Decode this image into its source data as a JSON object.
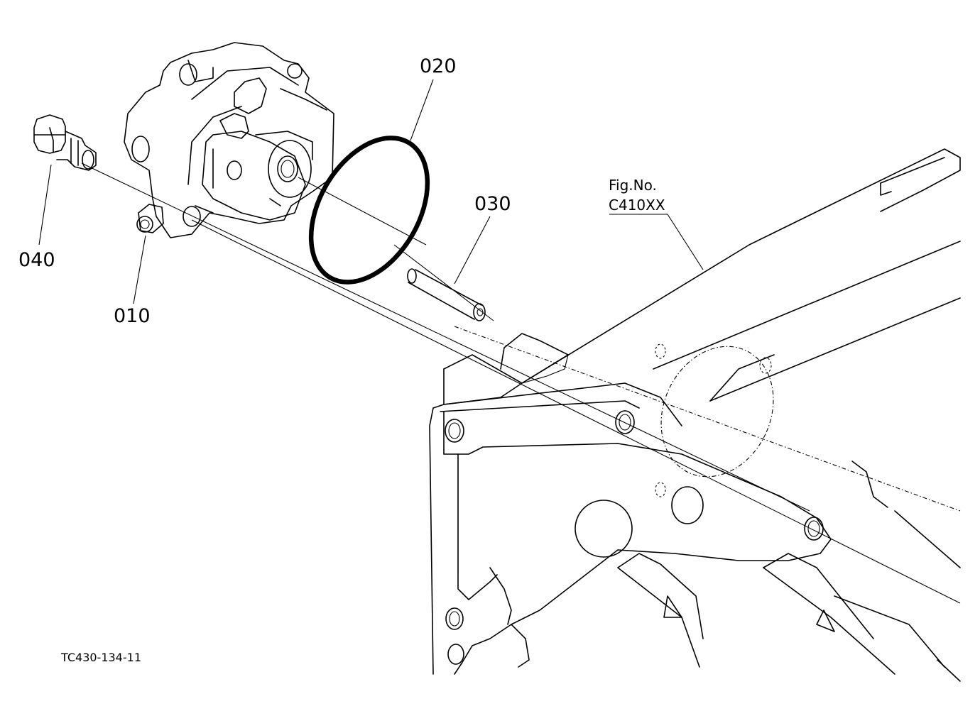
{
  "labels": {
    "part_020": "020",
    "part_030": "030",
    "part_040": "040",
    "part_010": "010",
    "fig_ref_line1": "Fig.No.",
    "fig_ref_line2": "C410XX",
    "drawing_id": "TC430-134-11"
  },
  "colors": {
    "ink": "#000000",
    "paper": "#ffffff"
  }
}
